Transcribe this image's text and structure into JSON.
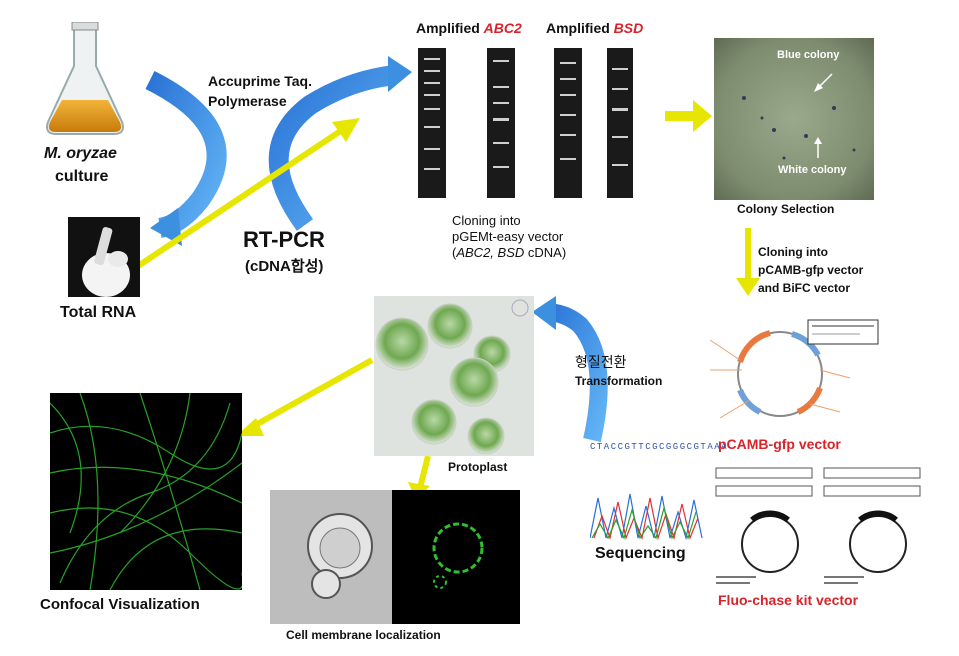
{
  "culture": {
    "species": "M. oryzae",
    "label": "culture"
  },
  "rna": {
    "label": "Total RNA"
  },
  "pcr": {
    "enzyme_line1": "Accuprime Taq.",
    "enzyme_line2": "Polymerase",
    "method": "RT-PCR",
    "method_sub": "(cDNA합성)"
  },
  "gels": {
    "amplified1": "Amplified",
    "gene1": "ABC2",
    "amplified2": "Amplified",
    "gene2": "BSD"
  },
  "cloning1": {
    "line1": "Cloning into",
    "line2": "pGEMt-easy vector",
    "line3_open": "(",
    "gene_pair": "ABC2, BSD",
    "line3_close": " cDNA)"
  },
  "colony": {
    "blue": "Blue colony",
    "white": "White colony",
    "label": "Colony Selection"
  },
  "cloning2": {
    "line1": "Cloning into",
    "line2": "pCAMB-gfp vector",
    "line3": "and BiFC vector"
  },
  "transform": {
    "korean": "형질전환",
    "english": "Transformation"
  },
  "vector": {
    "label": "pCAMB-gfp vector"
  },
  "sequencing": {
    "label": "Sequencing",
    "sequence": "CTACCGTTCGCGGGCGTAAA"
  },
  "fluo": {
    "label": "Fluo-chase kit vector"
  },
  "protoplast": {
    "label": "Protoplast"
  },
  "confocal": {
    "label": "Confocal Visualization"
  },
  "membrane": {
    "label": "Cell membrane localization"
  },
  "colors": {
    "arrow_blue": "#3d8fe0",
    "arrow_yellow": "#e6e600",
    "text_red": "#d8232a",
    "gfp_green": "#2fbf2f"
  }
}
